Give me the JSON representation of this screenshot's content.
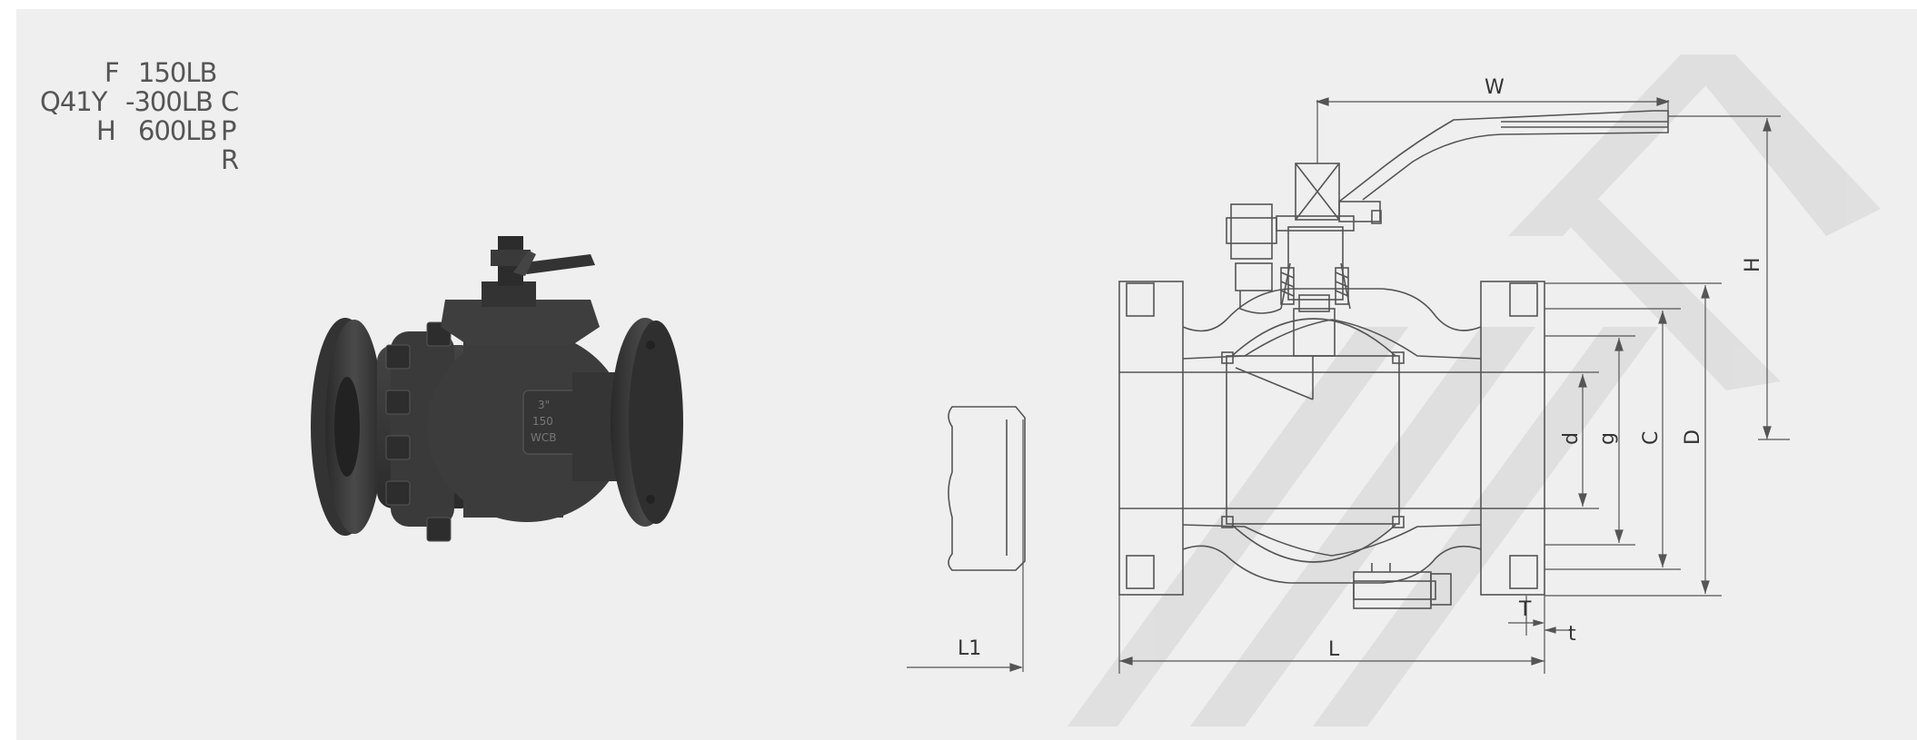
{
  "model_code": {
    "f": "F",
    "f_rating": "150LB",
    "prefix": "Q41Y",
    "mid_rating": "-300LB",
    "materials": "C P R",
    "h": "H",
    "h_rating": "600LB"
  },
  "dimensions": {
    "w": "W",
    "h": "H",
    "d": "d",
    "g": "g",
    "c": "C",
    "d_outer": "D",
    "l": "L",
    "l1": "L1",
    "t_upper": "T",
    "t_lower": "t"
  },
  "colors": {
    "background": "#efefef",
    "line": "#555555",
    "watermark": "#d9d9d9",
    "valve_body": "#3a3a3a"
  }
}
